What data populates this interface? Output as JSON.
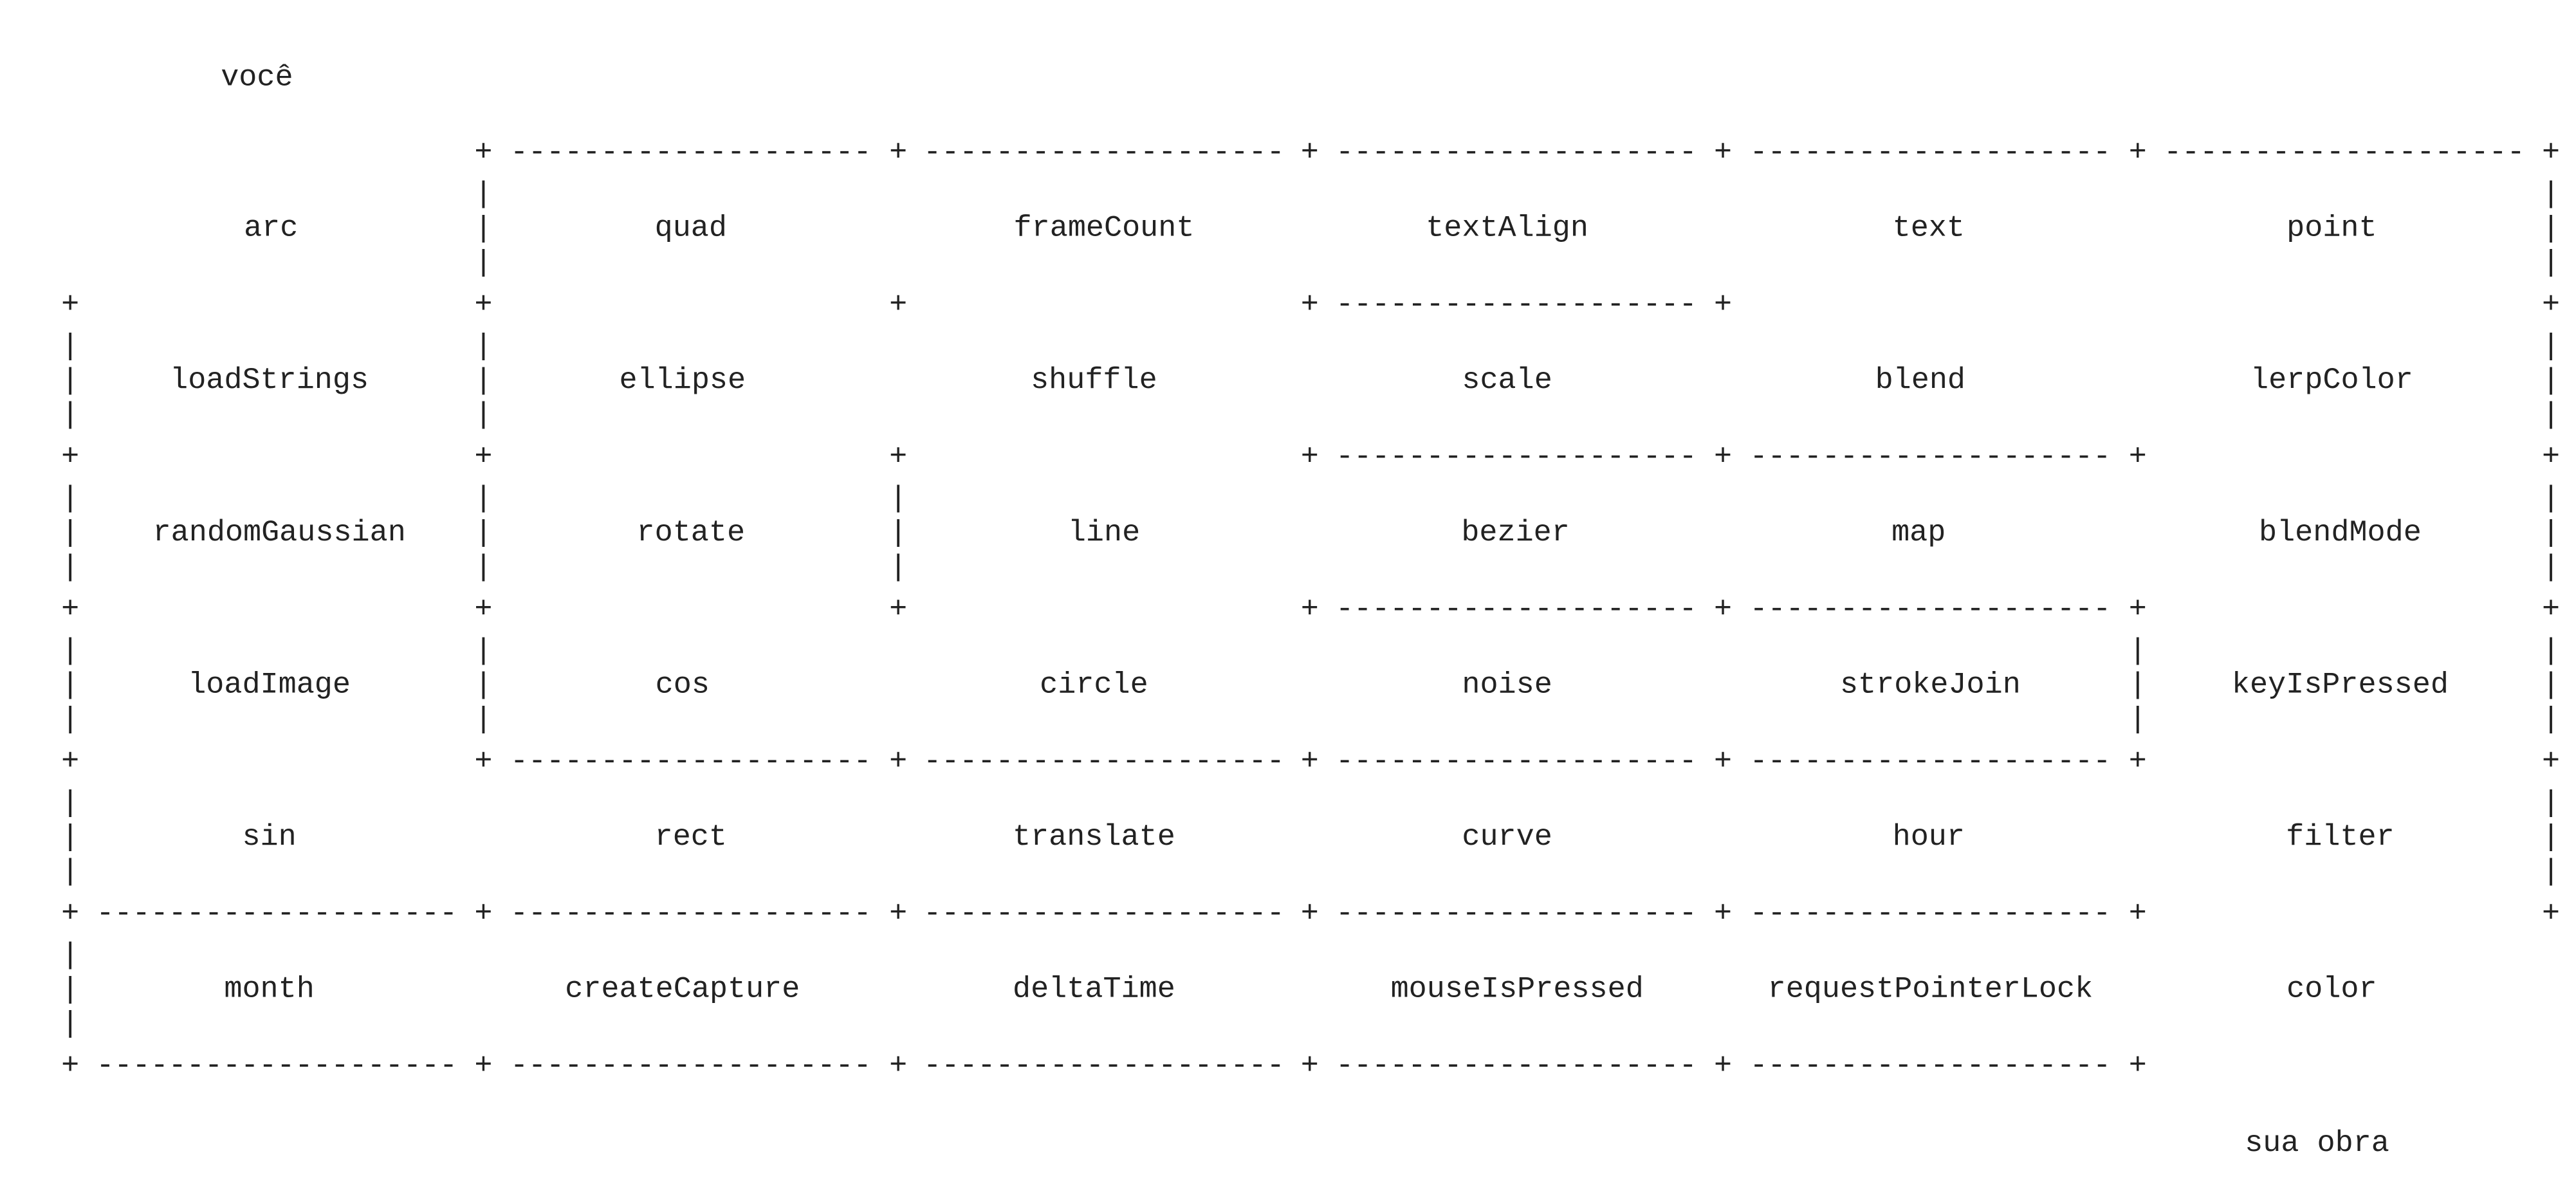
{
  "top_label": "você",
  "bottom_label": "sua obra",
  "cells": {
    "arc": "arc",
    "quad": "quad",
    "frameCount": "frameCount",
    "textAlign": "textAlign",
    "text": "text",
    "point": "point",
    "loadStrings": "loadStrings",
    "ellipse": "ellipse",
    "shuffle": "shuffle",
    "scale": "scale",
    "blend": "blend",
    "lerpColor": "lerpColor",
    "randomGaussian": "randomGaussian",
    "rotate": "rotate",
    "line": "line",
    "bezier": "bezier",
    "map": "map",
    "blendMode": "blendMode",
    "loadImage": "loadImage",
    "cos": "cos",
    "circle": "circle",
    "noise": "noise",
    "strokeJoin": "strokeJoin",
    "keyIsPressed": "keyIsPressed",
    "sin": "sin",
    "rect": "rect",
    "translate": "translate",
    "curve": "curve",
    "hour": "hour",
    "filter": "filter",
    "month": "month",
    "createCapture": "createCapture",
    "deltaTime": "deltaTime",
    "mouseIsPressed": "mouseIsPressed",
    "requestPointerLock": "requestPointerLock",
    "color": "color"
  },
  "colors": {
    "ink": "#222222",
    "background": "#ffffff"
  }
}
